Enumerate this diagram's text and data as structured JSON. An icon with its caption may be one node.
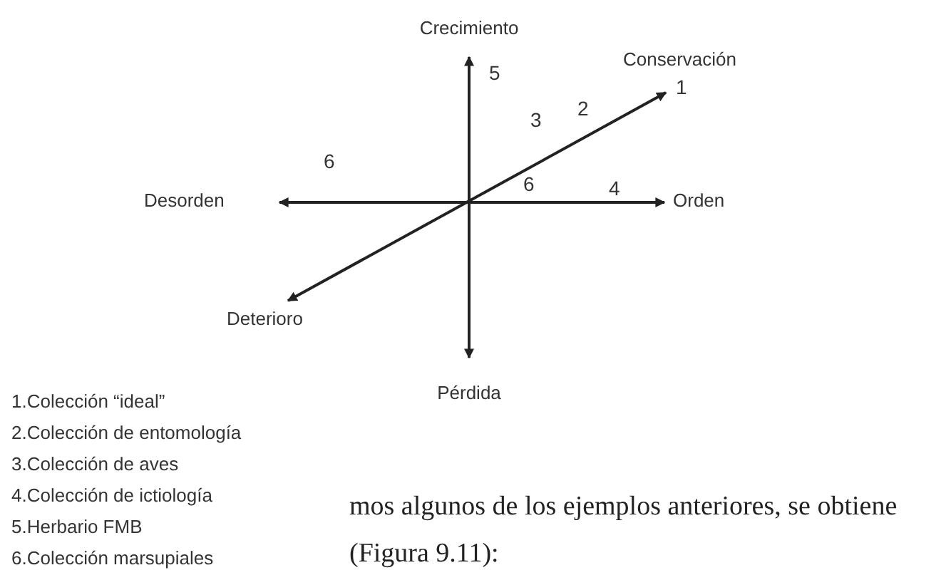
{
  "diagram": {
    "labels": [
      "Crecimiento",
      "Conservación",
      "5",
      "1",
      "3",
      "2",
      "6",
      "6",
      "4",
      "Desorden",
      "Orden",
      "Deterioro",
      "Pérdida",
      "1.Colección “ideal”",
      "2.Colección de entomología",
      "3.Colección de aves",
      "4.Colección de ictiología",
      "5.Herbario FMB",
      "6.Colección marsupiales",
      "mos algunos de los ejemplos anteriores, se obtiene (Figura 9.11):"
    ]
  }
}
